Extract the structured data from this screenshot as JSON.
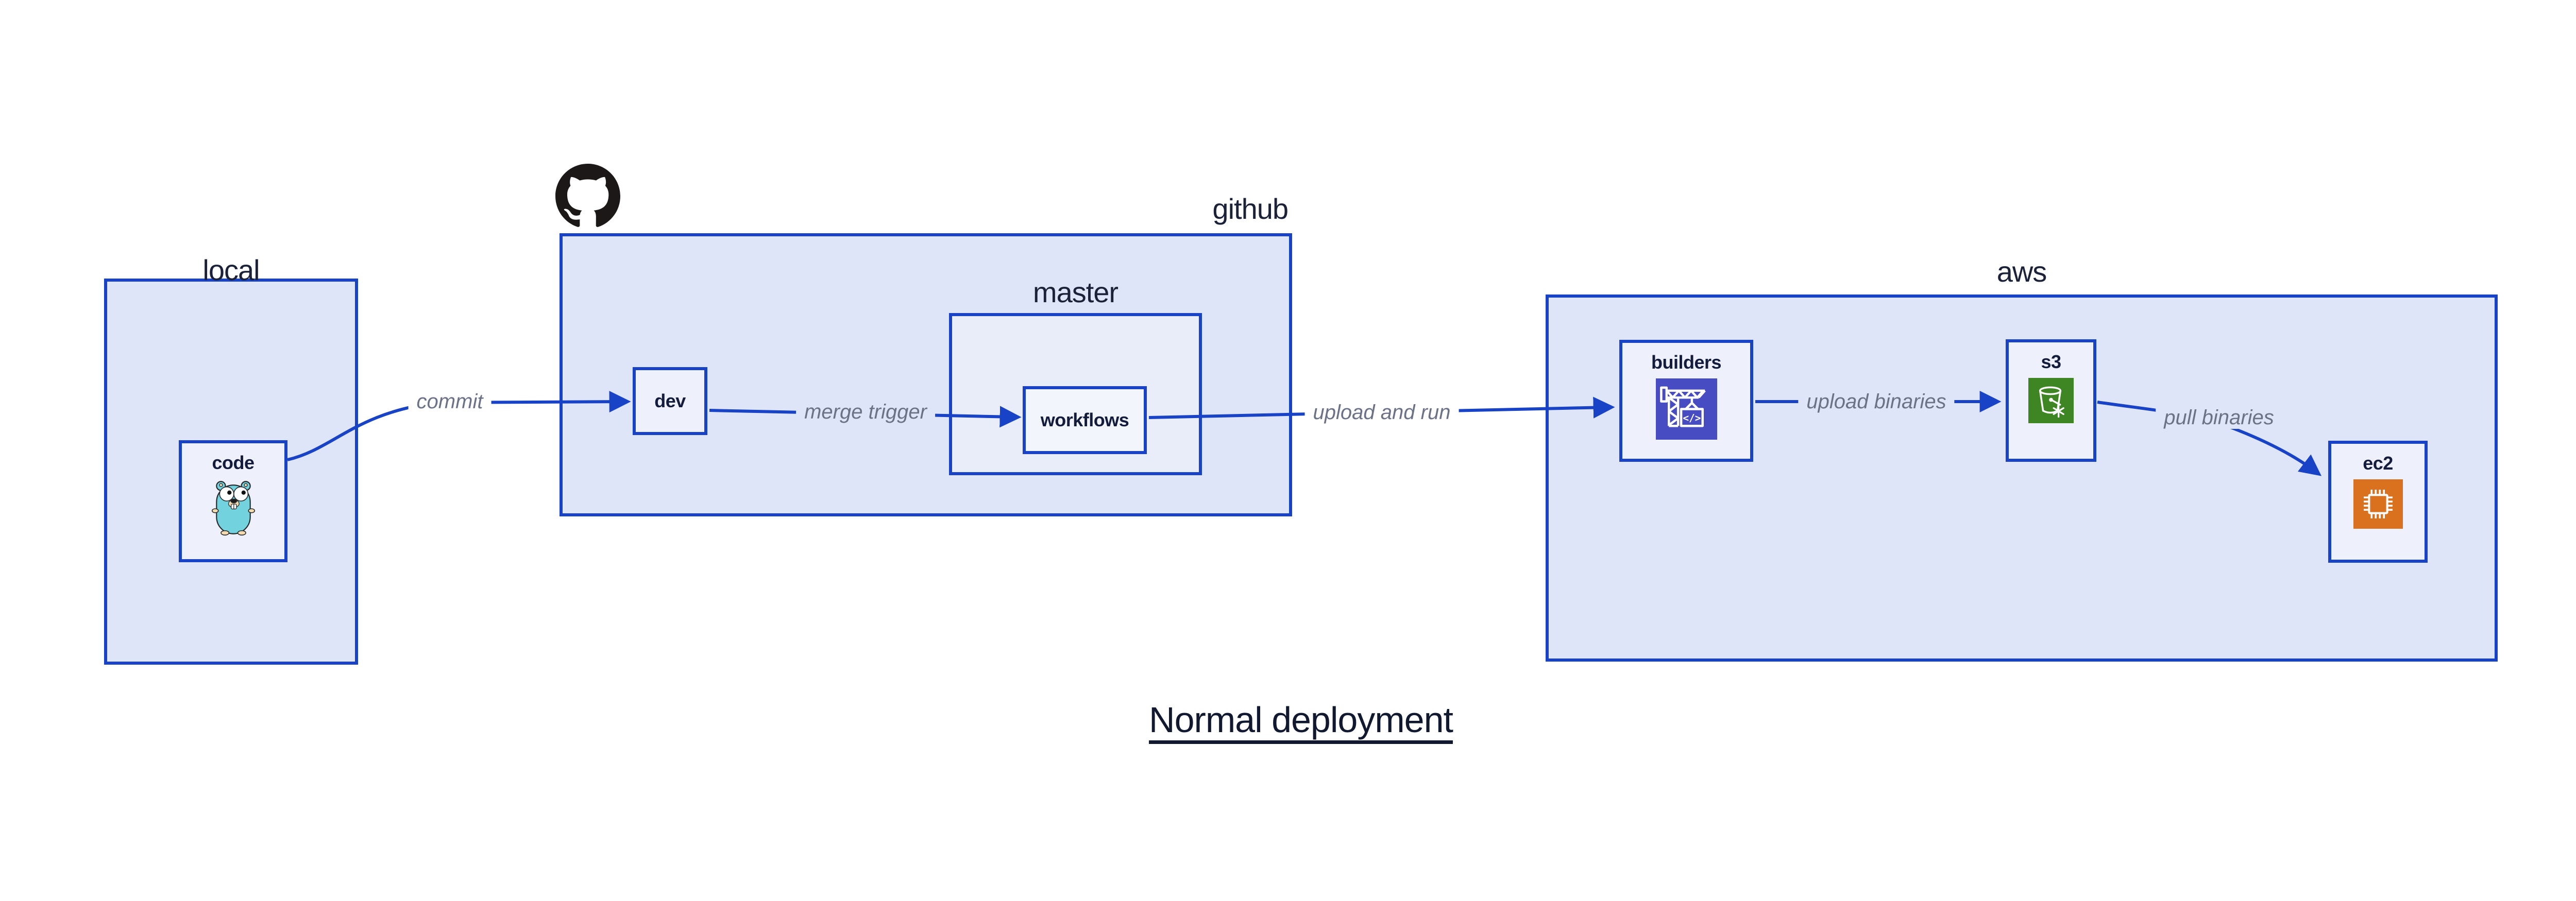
{
  "diagram": {
    "title": "Normal deployment",
    "groups": {
      "local": {
        "label": "local"
      },
      "github": {
        "label": "github",
        "logo": "github-octocat"
      },
      "master": {
        "label": "master"
      },
      "aws": {
        "label": "aws"
      }
    },
    "nodes": {
      "code": {
        "label": "code",
        "icon": "go-gopher"
      },
      "dev": {
        "label": "dev"
      },
      "workflows": {
        "label": "workflows"
      },
      "builders": {
        "label": "builders",
        "icon": "aws-codebuild-crane",
        "icon_glyph": "</>"
      },
      "s3": {
        "label": "s3",
        "icon": "aws-s3-glacier-bucket"
      },
      "ec2": {
        "label": "ec2",
        "icon": "aws-ec2-chip"
      }
    },
    "edges": [
      {
        "from": "code",
        "to": "dev",
        "label": "commit"
      },
      {
        "from": "dev",
        "to": "workflows",
        "label": "merge trigger"
      },
      {
        "from": "workflows",
        "to": "builders",
        "label": "upload and run"
      },
      {
        "from": "builders",
        "to": "s3",
        "label": "upload binaries"
      },
      {
        "from": "s3",
        "to": "ec2",
        "label": "pull binaries"
      }
    ],
    "colors": {
      "line_blue": "#1843c6",
      "group_fill": "#dfe5f8",
      "master_fill": "#e9edfa",
      "node_fill": "#eef1fb",
      "label_navy": "#1a2138",
      "node_label_navy": "#131c3c",
      "edge_label_gray": "#6b7187",
      "codebuild_indigo": "#474cc3",
      "s3_green": "#3e8624",
      "ec2_orange": "#d9711f",
      "gopher_teal": "#72d2de",
      "octocat_black": "#1b1817"
    }
  }
}
